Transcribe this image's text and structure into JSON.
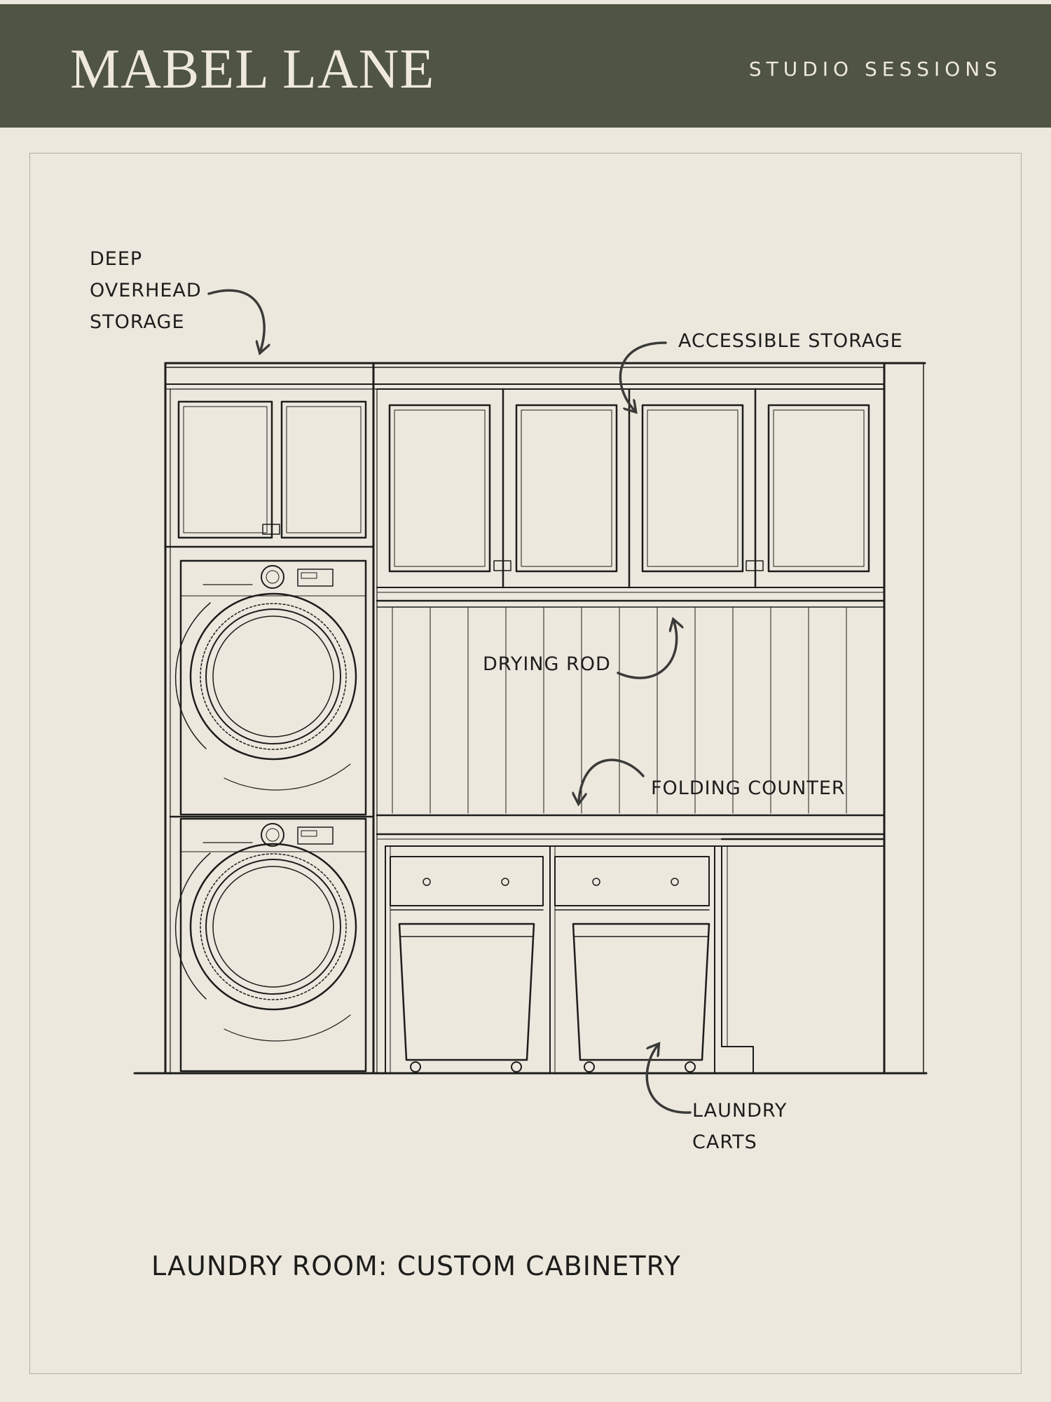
{
  "header": {
    "brand": "MABEL LANE",
    "subtitle": "STUDIO SESSIONS",
    "background": "#4f5443",
    "text_color": "#efe9dc"
  },
  "paper_color": "#ede8de",
  "ink_color": "#1d1d1b",
  "callouts": {
    "deep_overhead_storage": [
      "DEEP",
      "OVERHEAD",
      "STORAGE"
    ],
    "accessible_storage": "ACCESSIBLE STORAGE",
    "drying_rod": "DRYING ROD",
    "folding_counter": "FOLDING COUNTER",
    "laundry_carts": [
      "LAUNDRY",
      "CARTS"
    ]
  },
  "caption": "LAUNDRY ROOM: CUSTOM CABINETRY"
}
